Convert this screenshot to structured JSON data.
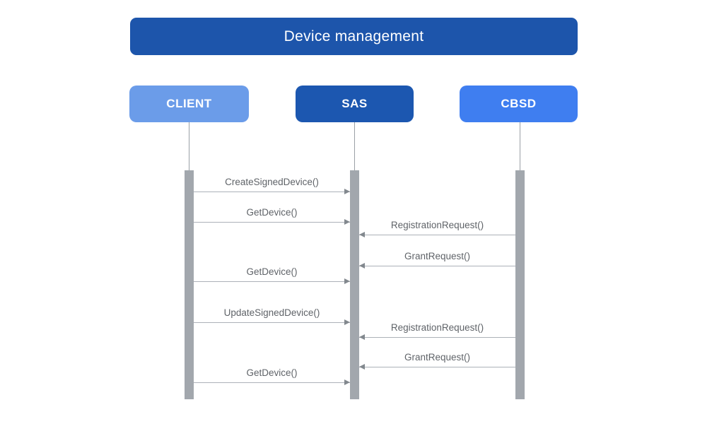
{
  "diagram": {
    "title": "Device management",
    "actors": [
      {
        "id": "client",
        "label": "CLIENT",
        "color": "#6B9CE9"
      },
      {
        "id": "sas",
        "label": "SAS",
        "color": "#1C57B0"
      },
      {
        "id": "cbsd",
        "label": "CBSD",
        "color": "#3F7EF0"
      }
    ],
    "messages": [
      {
        "label": "CreateSignedDevice()",
        "from": "CLIENT",
        "to": "SAS",
        "direction": "right"
      },
      {
        "label": "GetDevice()",
        "from": "CLIENT",
        "to": "SAS",
        "direction": "right"
      },
      {
        "label": "RegistrationRequest()",
        "from": "CBSD",
        "to": "SAS",
        "direction": "left"
      },
      {
        "label": "GrantRequest()",
        "from": "CBSD",
        "to": "SAS",
        "direction": "left"
      },
      {
        "label": "GetDevice()",
        "from": "CLIENT",
        "to": "SAS",
        "direction": "right"
      },
      {
        "label": "UpdateSignedDevice()",
        "from": "CLIENT",
        "to": "SAS",
        "direction": "right"
      },
      {
        "label": "RegistrationRequest()",
        "from": "CBSD",
        "to": "SAS",
        "direction": "left"
      },
      {
        "label": "GrantRequest()",
        "from": "CBSD",
        "to": "SAS",
        "direction": "left"
      },
      {
        "label": "GetDevice()",
        "from": "CLIENT",
        "to": "SAS",
        "direction": "right"
      }
    ],
    "colors": {
      "title_bg": "#1D55AB",
      "title_text": "#FFFFFF",
      "lifeline": "#9AA0A6",
      "activation_bar": "#A2A7AD",
      "arrow_line": "#ACB1B8",
      "arrow_head": "#82888E",
      "message_text": "#5F6368",
      "background": "#FFFFFF"
    }
  }
}
